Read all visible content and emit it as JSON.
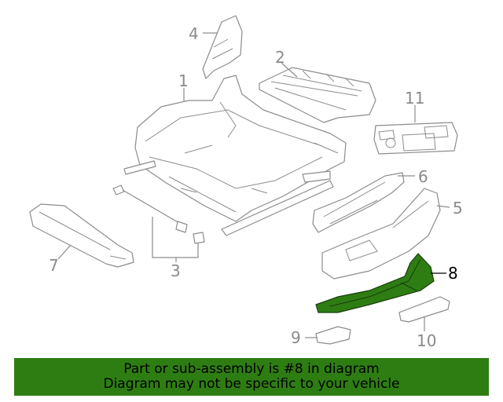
{
  "callouts": {
    "c1": "1",
    "c2": "2",
    "c3": "3",
    "c4": "4",
    "c5": "5",
    "c6": "6",
    "c7": "7",
    "c8": "8",
    "c9": "9",
    "c10": "10",
    "c11": "11"
  },
  "highlight": {
    "part_number": "8",
    "color": "#2e7d13"
  },
  "banner": {
    "line1": "Part or sub-assembly is #8 in diagram",
    "line2": "Diagram may not be specific to your vehicle",
    "background": "#2e7d13"
  }
}
